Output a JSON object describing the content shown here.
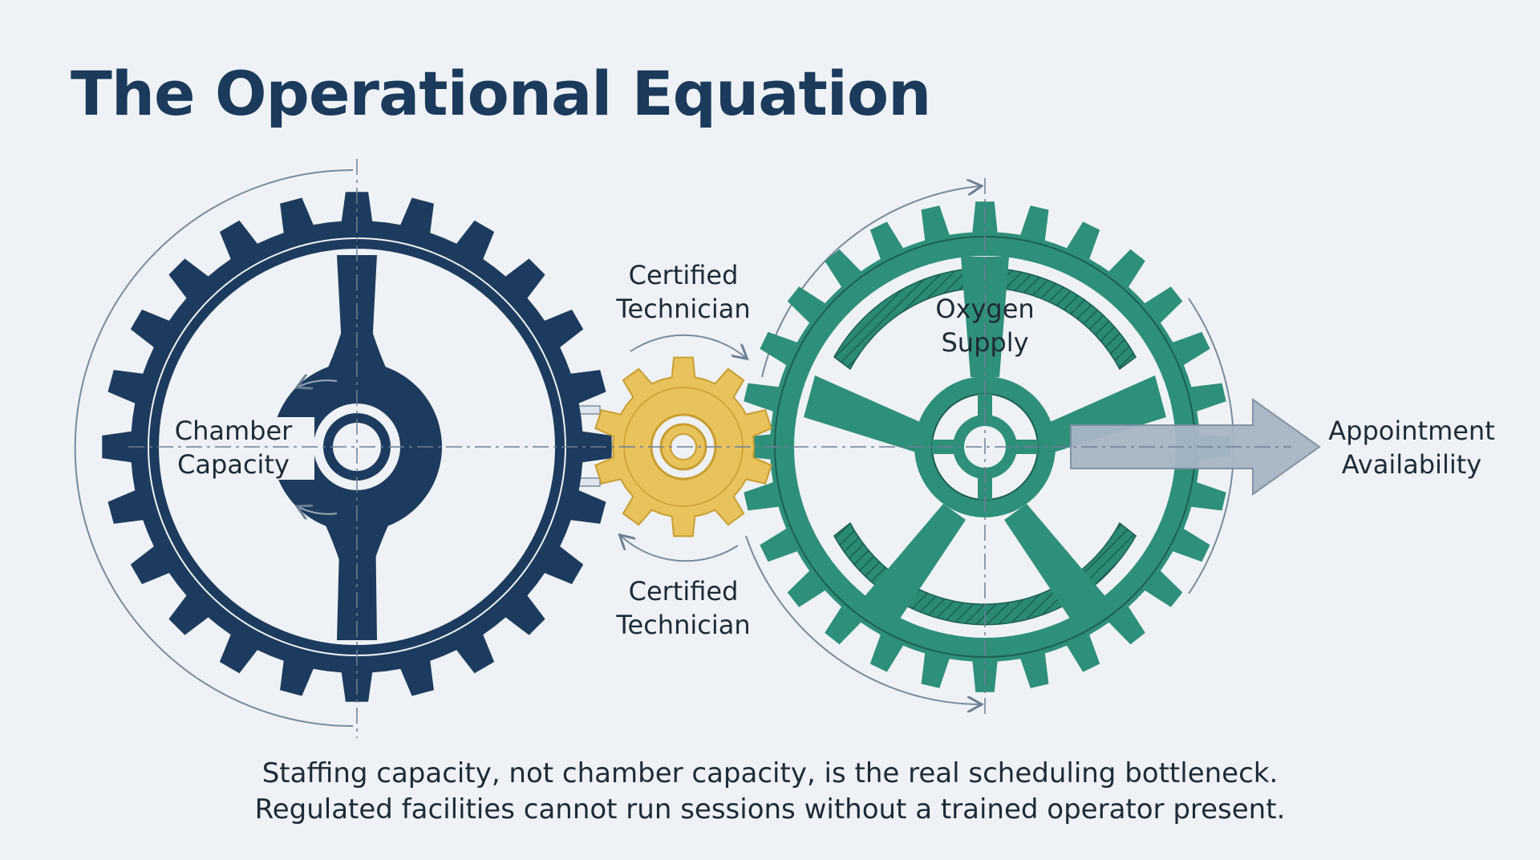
{
  "title": "The Operational Equation",
  "gears": {
    "chamber": {
      "line1": "Chamber",
      "line2": "Capacity",
      "color": "#1d3b5e"
    },
    "technician": {
      "line1": "Certified",
      "line2": "Technician",
      "color": "#e8c25b"
    },
    "oxygen": {
      "line1": "Oxygen",
      "line2": "Supply",
      "color": "#2e8f7a"
    }
  },
  "technician_bottom": {
    "line1": "Certified",
    "line2": "Technician"
  },
  "output": {
    "line1": "Appointment",
    "line2": "Availability",
    "color": "#a8b5c4"
  },
  "caption": {
    "line1": "Staffing capacity, not chamber capacity, is the real scheduling bottleneck.",
    "line2": "Regulated facilities cannot run sessions without a trained operator present."
  }
}
